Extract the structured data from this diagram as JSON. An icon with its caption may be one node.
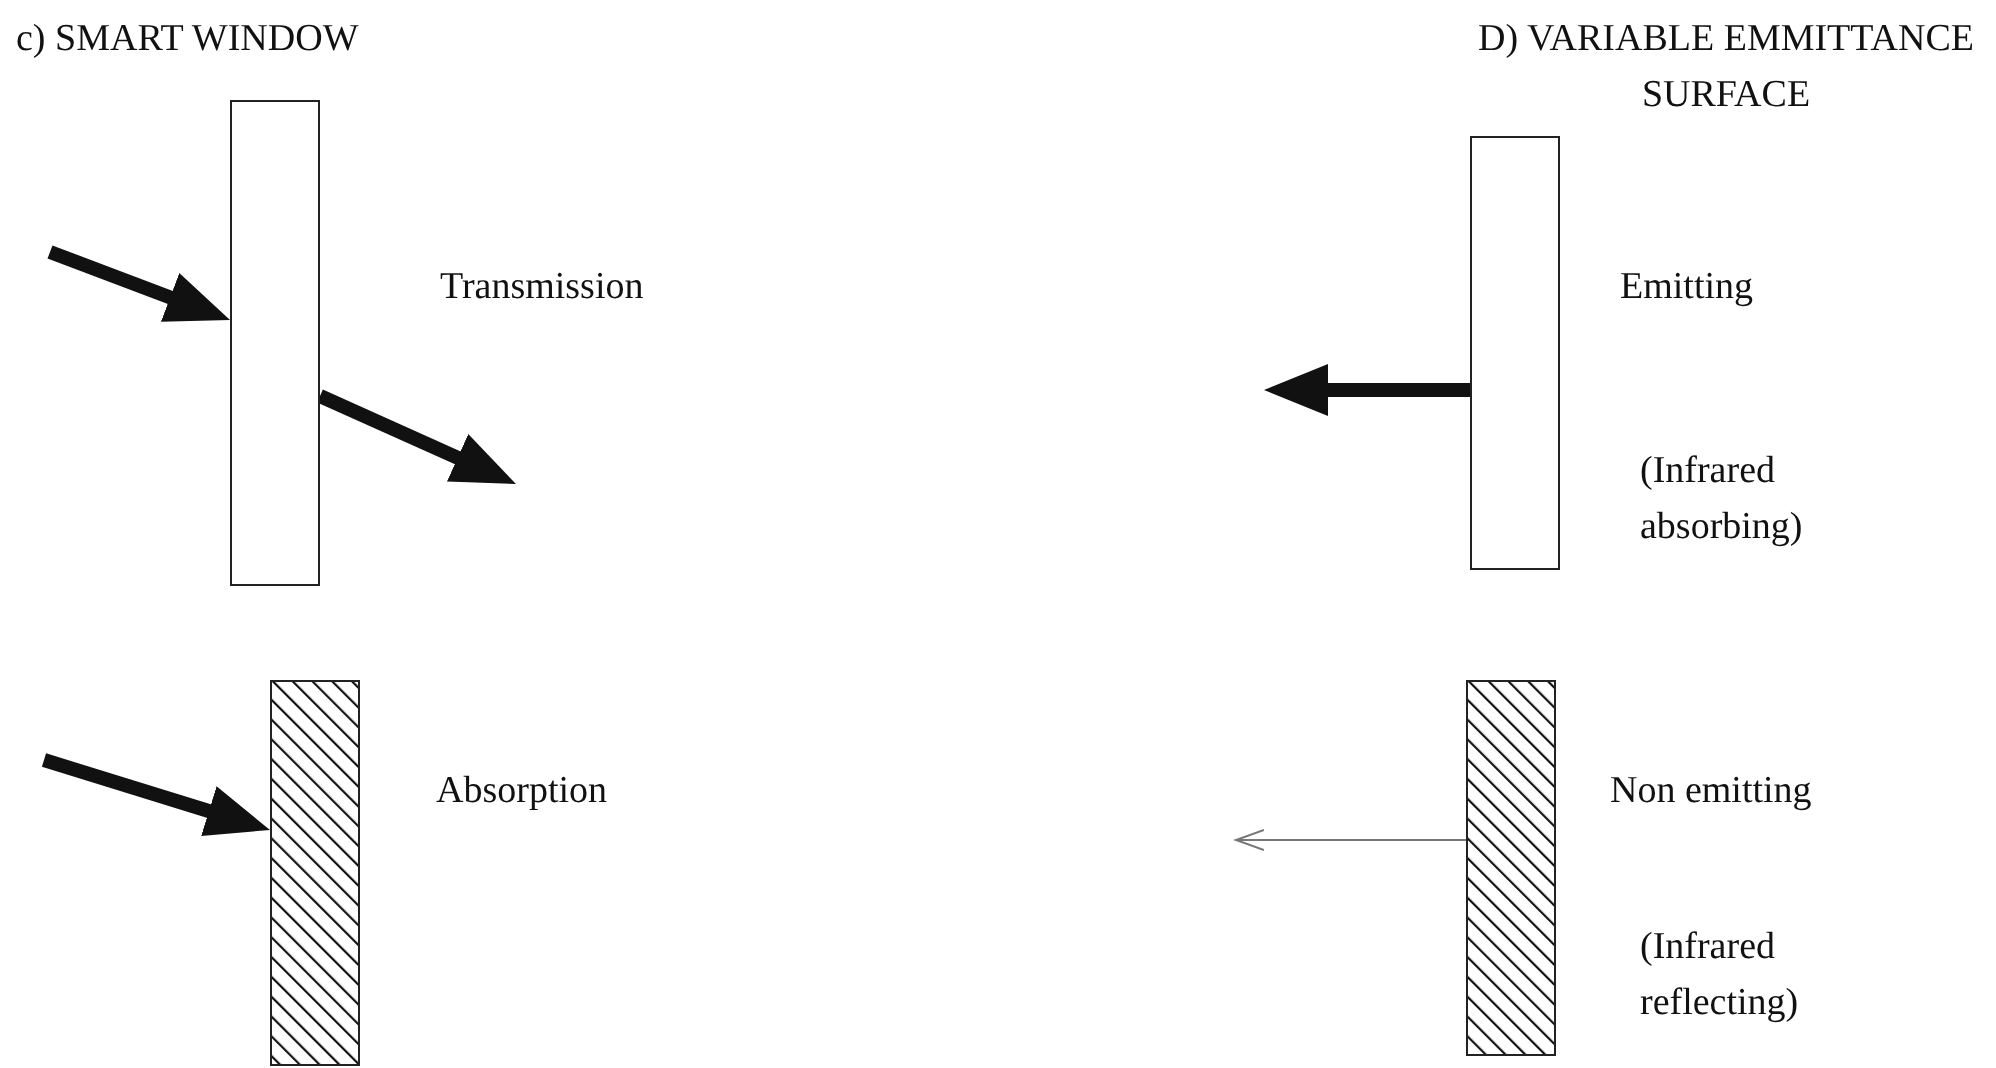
{
  "diagram": {
    "nodes": [
      {
        "text": [],
        "shape": "box",
        "beside": [
          "Transmission"
        ]
      },
      {
        "text": [],
        "shape": "bar",
        "beside": [
          "Absorption"
        ]
      },
      {
        "text": [],
        "shape": "box",
        "beside": [
          "Emitting",
          "(Infrared absorbing)"
        ]
      },
      {
        "text": [],
        "shape": "bar",
        "beside": [
          "Non emitting",
          "(Infrared reflecting)"
        ]
      }
    ],
    "edges": [
      {
        "from": null,
        "to": 0,
        "arrow": "to"
      },
      {
        "from": 0,
        "to": null,
        "arrow": "to"
      },
      {
        "from": null,
        "to": 1,
        "arrow": "to"
      },
      {
        "from": 2,
        "to": null,
        "arrow": "to"
      },
      {
        "from": 3,
        "to": null,
        "arrow": "to",
        "color": "#777777"
      }
    ],
    "labels": [
      "c) SMART WINDOW",
      "D) VARIABLE EMMITTANCE SURFACE"
    ]
  }
}
